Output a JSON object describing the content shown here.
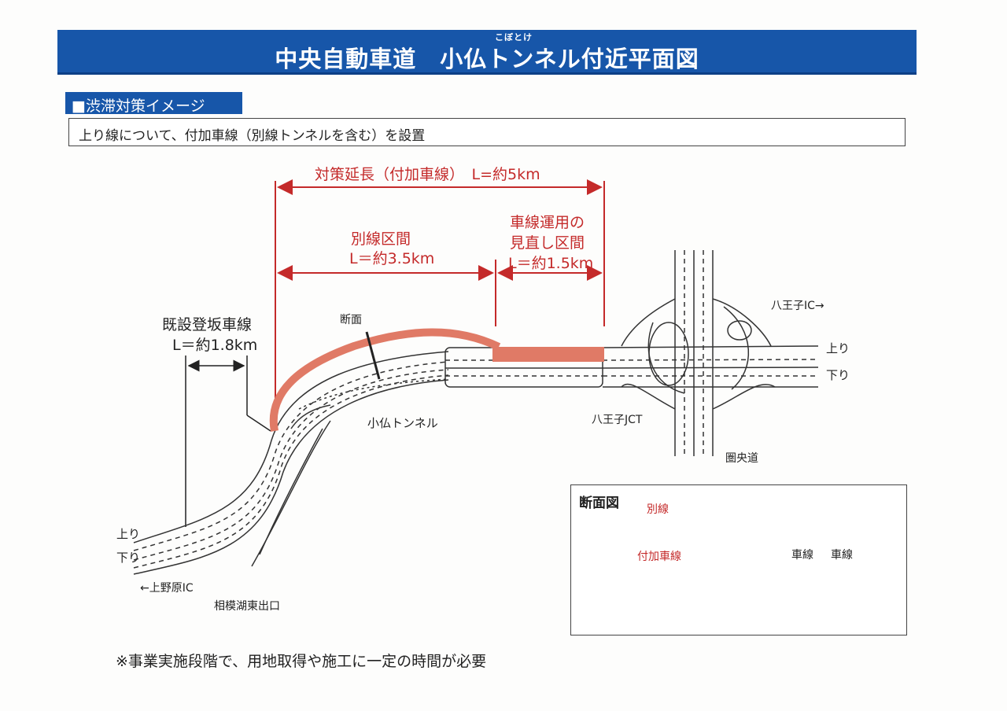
{
  "header": {
    "title": "中央自動車道　小仏トンネル付近平面図",
    "ruby": "こぼとけ"
  },
  "section": {
    "label": "■渋滞対策イメージ"
  },
  "description": "上り線について、付加車線（別線トンネルを含む）を設置",
  "diagram": {
    "total_label": "対策延長（付加車線）　L=約5km",
    "bypass_label_1": "別線区間",
    "bypass_label_2": "L＝約3.5km",
    "review_label_1": "車線運用の",
    "review_label_2": "見直し区間",
    "review_label_3": "L＝約1.5km",
    "climbing_label_1": "既設登坂車線",
    "climbing_label_2": "L＝約1.8km",
    "section_marker": "断面",
    "tunnel_name": "小仏トンネル",
    "up_right": "上り",
    "down_right": "下り",
    "up_left": "上り",
    "down_left": "下り",
    "hachioji_ic": "八王子IC→",
    "hachioji_jct": "八王子JCT",
    "ken_o_do": "圏央道",
    "uenohara_ic": "←上野原IC",
    "sagamiko_exit": "相模湖東出口",
    "colors": {
      "red": "#c42a2a",
      "band": "#e07a66",
      "blue": "#1756a9"
    }
  },
  "cross_section": {
    "title": "断面図",
    "bypass": "別線",
    "added_lane": "付加車線",
    "lane_1": "車線",
    "lane_2": "車線"
  },
  "footnote": "※事業実施段階で、用地取得や施工に一定の時間が必要"
}
